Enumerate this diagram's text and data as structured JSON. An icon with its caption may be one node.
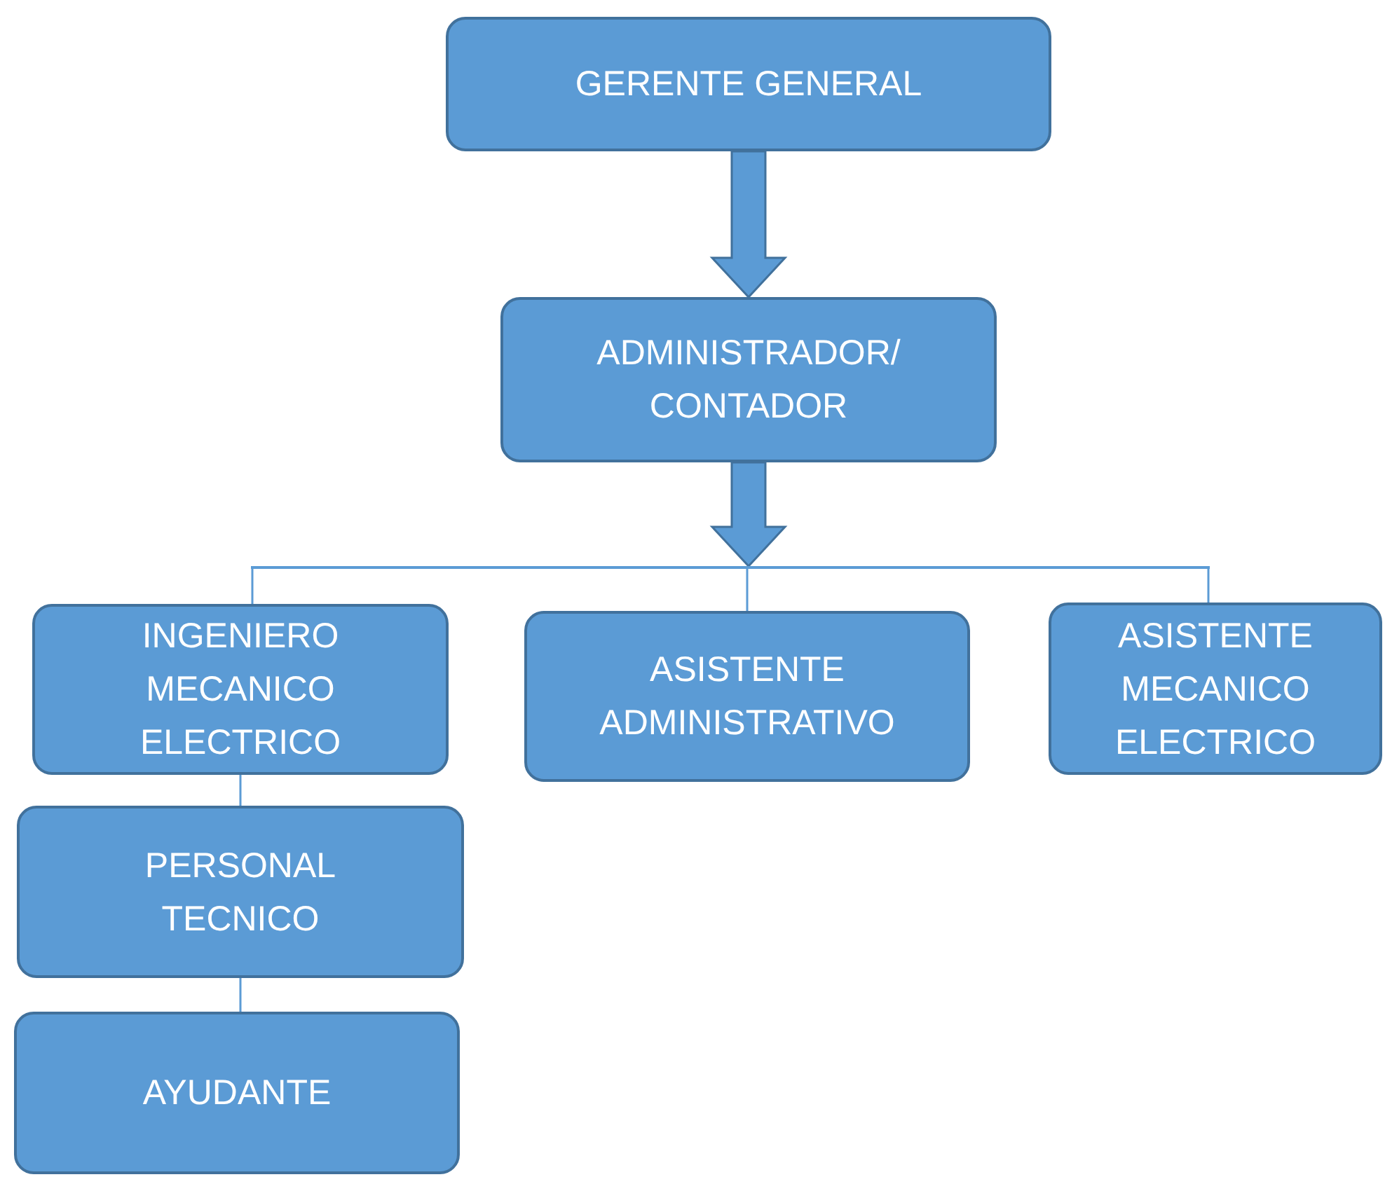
{
  "diagram": {
    "nodes": [
      {
        "text": [
          "GERENTE GENERAL"
        ]
      },
      {
        "text": [
          "ADMINISTRADOR/ CONTADOR"
        ]
      },
      {
        "text": [],
        "shape": "bar"
      },
      {
        "text": [
          "INGENIERO MECANICO ELECTRICO"
        ]
      },
      {
        "text": [
          "ASISTENTE ADMINISTRATIVO"
        ]
      },
      {
        "text": [
          "ASISTENTE MECANICO ELECTRICO"
        ]
      },
      {
        "text": [
          "PERSONAL TECNICO"
        ]
      },
      {
        "text": [
          "AYUDANTE"
        ]
      }
    ],
    "edges": [
      {
        "from": 0,
        "to": 1,
        "arrow": "to",
        "style": "thick"
      },
      {
        "from": 1,
        "to": 2,
        "arrow": "to",
        "style": "thick"
      },
      {
        "from": 2,
        "to": 3,
        "arrow": "none"
      },
      {
        "from": 2,
        "to": 4,
        "arrow": "none"
      },
      {
        "from": 2,
        "to": 5,
        "arrow": "none"
      },
      {
        "from": 3,
        "to": 6,
        "arrow": "none"
      },
      {
        "from": 6,
        "to": 7,
        "arrow": "none"
      }
    ]
  }
}
